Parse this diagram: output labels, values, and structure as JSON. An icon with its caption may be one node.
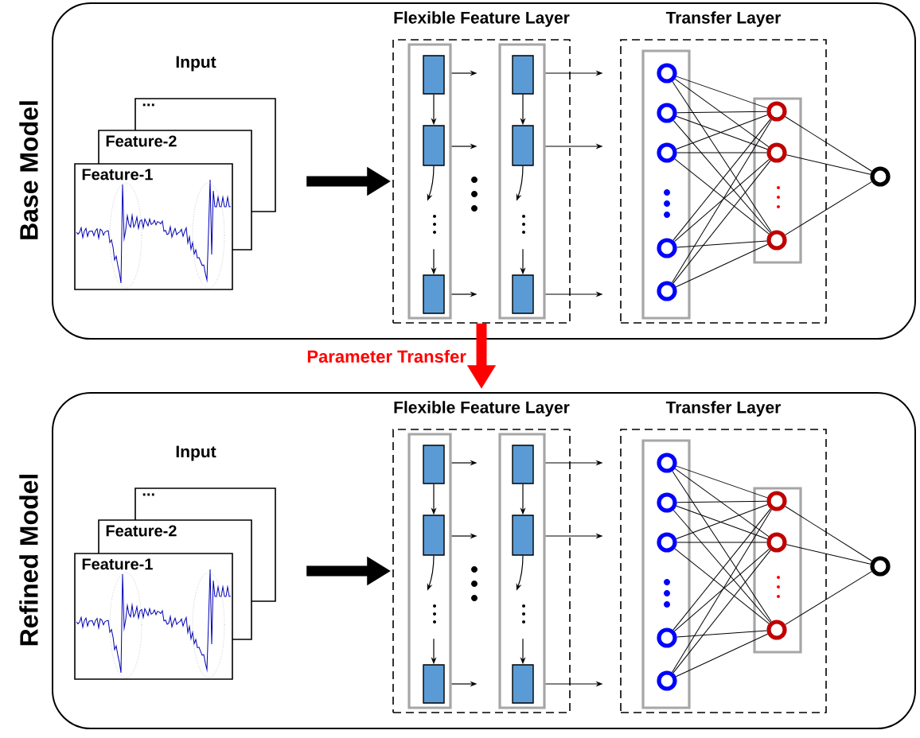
{
  "diagram": {
    "nodes": [
      {
        "text": [
          "Base Model"
        ]
      },
      {
        "text": [
          "..."
        ],
        "in": 0
      },
      {
        "text": [
          "Feature-2"
        ],
        "in": 0
      },
      {
        "text": [
          "Feature-1"
        ],
        "in": 0
      },
      {
        "text": [
          "Flexible Feature Layer"
        ],
        "in": 0
      },
      {
        "text": [],
        "shape": "box",
        "in": 4
      },
      {
        "text": [],
        "shape": "box",
        "in": 5
      },
      {
        "text": [],
        "shape": "box",
        "in": 5
      },
      {
        "text": [],
        "shape": "box",
        "in": 5
      },
      {
        "text": [],
        "shape": "box",
        "in": 4
      },
      {
        "text": [],
        "shape": "box",
        "in": 9
      },
      {
        "text": [],
        "shape": "box",
        "in": 9
      },
      {
        "text": [],
        "shape": "box",
        "in": 9
      },
      {
        "text": [
          "Transfer Layer"
        ],
        "in": 0
      },
      {
        "text": [],
        "shape": "box",
        "in": 13
      },
      {
        "text": [],
        "shape": "circle",
        "in": 14
      },
      {
        "text": [],
        "shape": "circle",
        "in": 14
      },
      {
        "text": [],
        "shape": "circle",
        "in": 14
      },
      {
        "text": [],
        "shape": "circle",
        "in": 14
      },
      {
        "text": [],
        "shape": "circle",
        "in": 14
      },
      {
        "text": [],
        "shape": "box",
        "in": 13
      },
      {
        "text": [],
        "shape": "circle",
        "in": 20
      },
      {
        "text": [],
        "shape": "circle",
        "in": 20
      },
      {
        "text": [],
        "shape": "circle",
        "in": 20
      },
      {
        "text": [],
        "shape": "circle",
        "in": 0
      },
      {
        "text": [
          "Refined Model"
        ]
      },
      {
        "text": [
          "..."
        ],
        "in": 25
      },
      {
        "text": [
          "Feature-2"
        ],
        "in": 25
      },
      {
        "text": [
          "Feature-1"
        ],
        "in": 25
      },
      {
        "text": [
          "Flexible Feature Layer"
        ],
        "in": 25
      },
      {
        "text": [],
        "shape": "box",
        "in": 29
      },
      {
        "text": [],
        "shape": "box",
        "in": 30
      },
      {
        "text": [],
        "shape": "box",
        "in": 30
      },
      {
        "text": [],
        "shape": "box",
        "in": 30
      },
      {
        "text": [],
        "shape": "box",
        "in": 29
      },
      {
        "text": [],
        "shape": "box",
        "in": 34
      },
      {
        "text": [],
        "shape": "box",
        "in": 34
      },
      {
        "text": [],
        "shape": "box",
        "in": 34
      },
      {
        "text": [
          "Transfer Layer"
        ],
        "in": 25
      },
      {
        "text": [],
        "shape": "box",
        "in": 38
      },
      {
        "text": [],
        "shape": "circle",
        "in": 39
      },
      {
        "text": [],
        "shape": "circle",
        "in": 39
      },
      {
        "text": [],
        "shape": "circle",
        "in": 39
      },
      {
        "text": [],
        "shape": "circle",
        "in": 39
      },
      {
        "text": [],
        "shape": "circle",
        "in": 39
      },
      {
        "text": [],
        "shape": "box",
        "in": 38
      },
      {
        "text": [],
        "shape": "circle",
        "in": 45
      },
      {
        "text": [],
        "shape": "circle",
        "in": 45
      },
      {
        "text": [],
        "shape": "circle",
        "in": 45
      },
      {
        "text": [],
        "shape": "circle",
        "in": 25
      }
    ],
    "edges": [
      {
        "from": 6,
        "to": 7,
        "arrow": "to"
      },
      {
        "from": 7,
        "to": null,
        "arrow": "to"
      },
      {
        "from": null,
        "to": 8,
        "arrow": "to"
      },
      {
        "from": 10,
        "to": 11,
        "arrow": "to"
      },
      {
        "from": 11,
        "to": null,
        "arrow": "to"
      },
      {
        "from": null,
        "to": 12,
        "arrow": "to"
      },
      {
        "from": 5,
        "to": null,
        "arrow": "to"
      },
      {
        "from": 5,
        "to": null,
        "arrow": "to"
      },
      {
        "from": 5,
        "to": null,
        "arrow": "to"
      },
      {
        "from": 9,
        "to": null,
        "arrow": "to"
      },
      {
        "from": 9,
        "to": null,
        "arrow": "to"
      },
      {
        "from": 9,
        "to": null,
        "arrow": "to"
      },
      {
        "from": null,
        "to": 4,
        "arrow": "to",
        "style": "thick"
      },
      {
        "from": 15,
        "to": 21,
        "arrow": "none"
      },
      {
        "from": 15,
        "to": 22,
        "arrow": "none"
      },
      {
        "from": 15,
        "to": 23,
        "arrow": "none"
      },
      {
        "from": 16,
        "to": 21,
        "arrow": "none"
      },
      {
        "from": 16,
        "to": 22,
        "arrow": "none"
      },
      {
        "from": 16,
        "to": 23,
        "arrow": "none"
      },
      {
        "from": 17,
        "to": 21,
        "arrow": "none"
      },
      {
        "from": 17,
        "to": 22,
        "arrow": "none"
      },
      {
        "from": 17,
        "to": 23,
        "arrow": "none"
      },
      {
        "from": 18,
        "to": 21,
        "arrow": "none"
      },
      {
        "from": 18,
        "to": 22,
        "arrow": "none"
      },
      {
        "from": 18,
        "to": 23,
        "arrow": "none"
      },
      {
        "from": 19,
        "to": 21,
        "arrow": "none"
      },
      {
        "from": 19,
        "to": 22,
        "arrow": "none"
      },
      {
        "from": 19,
        "to": 23,
        "arrow": "none"
      },
      {
        "from": 21,
        "to": 24,
        "arrow": "none"
      },
      {
        "from": 22,
        "to": 24,
        "arrow": "none"
      },
      {
        "from": 23,
        "to": 24,
        "arrow": "none"
      },
      {
        "from": 31,
        "to": 32,
        "arrow": "to"
      },
      {
        "from": 32,
        "to": null,
        "arrow": "to"
      },
      {
        "from": null,
        "to": 33,
        "arrow": "to"
      },
      {
        "from": 35,
        "to": 36,
        "arrow": "to"
      },
      {
        "from": 36,
        "to": null,
        "arrow": "to"
      },
      {
        "from": null,
        "to": 37,
        "arrow": "to"
      },
      {
        "from": 30,
        "to": null,
        "arrow": "to"
      },
      {
        "from": 30,
        "to": null,
        "arrow": "to"
      },
      {
        "from": 30,
        "to": null,
        "arrow": "to"
      },
      {
        "from": 34,
        "to": null,
        "arrow": "to"
      },
      {
        "from": 34,
        "to": null,
        "arrow": "to"
      },
      {
        "from": 34,
        "to": null,
        "arrow": "to"
      },
      {
        "from": null,
        "to": 29,
        "arrow": "to",
        "style": "thick"
      },
      {
        "from": 40,
        "to": 46,
        "arrow": "none"
      },
      {
        "from": 40,
        "to": 47,
        "arrow": "none"
      },
      {
        "from": 40,
        "to": 48,
        "arrow": "none"
      },
      {
        "from": 41,
        "to": 46,
        "arrow": "none"
      },
      {
        "from": 41,
        "to": 47,
        "arrow": "none"
      },
      {
        "from": 41,
        "to": 48,
        "arrow": "none"
      },
      {
        "from": 42,
        "to": 46,
        "arrow": "none"
      },
      {
        "from": 42,
        "to": 47,
        "arrow": "none"
      },
      {
        "from": 42,
        "to": 48,
        "arrow": "none"
      },
      {
        "from": 43,
        "to": 46,
        "arrow": "none"
      },
      {
        "from": 43,
        "to": 47,
        "arrow": "none"
      },
      {
        "from": 43,
        "to": 48,
        "arrow": "none"
      },
      {
        "from": 44,
        "to": 46,
        "arrow": "none"
      },
      {
        "from": 44,
        "to": 47,
        "arrow": "none"
      },
      {
        "from": 44,
        "to": 48,
        "arrow": "none"
      },
      {
        "from": 46,
        "to": 49,
        "arrow": "none"
      },
      {
        "from": 47,
        "to": 49,
        "arrow": "none"
      },
      {
        "from": 48,
        "to": 49,
        "arrow": "none"
      },
      {
        "from": 4,
        "to": 29,
        "arrow": "to",
        "label": "Parameter Transfer",
        "style": "thick",
        "color": "#ff0000"
      }
    ],
    "labels": [
      "Input",
      "Input"
    ]
  }
}
